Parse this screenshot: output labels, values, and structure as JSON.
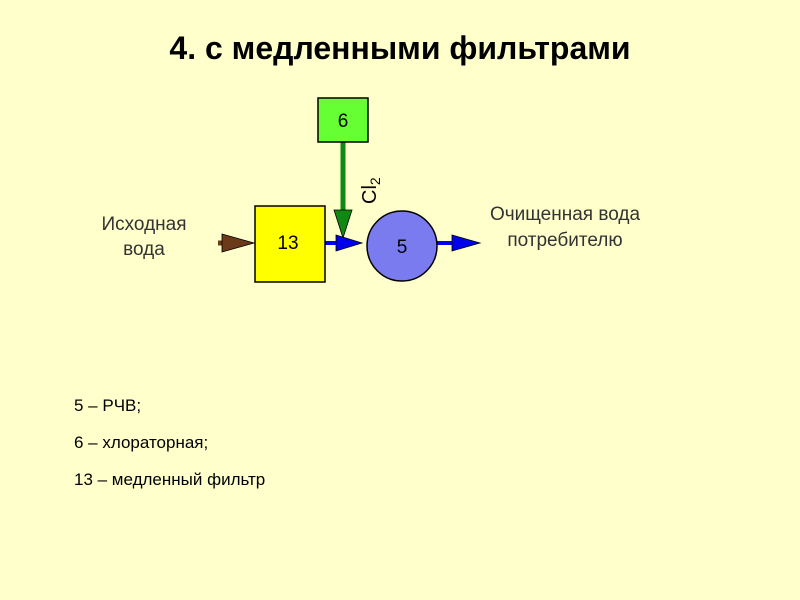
{
  "title": "4. с медленными фильтрами",
  "diagram": {
    "source_label": "Исходная вода",
    "output_label": "Очищенная вода потребителю",
    "chlorine_label": {
      "base": "Cl",
      "sub": "2"
    },
    "nodes": {
      "filter": {
        "label": "13",
        "fill": "#ffff00"
      },
      "chlorinator": {
        "label": "6",
        "fill": "#66ff33"
      },
      "reservoir": {
        "label": "5",
        "fill": "#7b7bf0"
      }
    },
    "colors": {
      "raw_water": "#6b3a1a",
      "clean_water": "#0000ee",
      "chlorine": "#118811"
    }
  },
  "legend": [
    "5 – РЧВ;",
    "6 – хлораторная;",
    "13 – медленный фильтр"
  ]
}
